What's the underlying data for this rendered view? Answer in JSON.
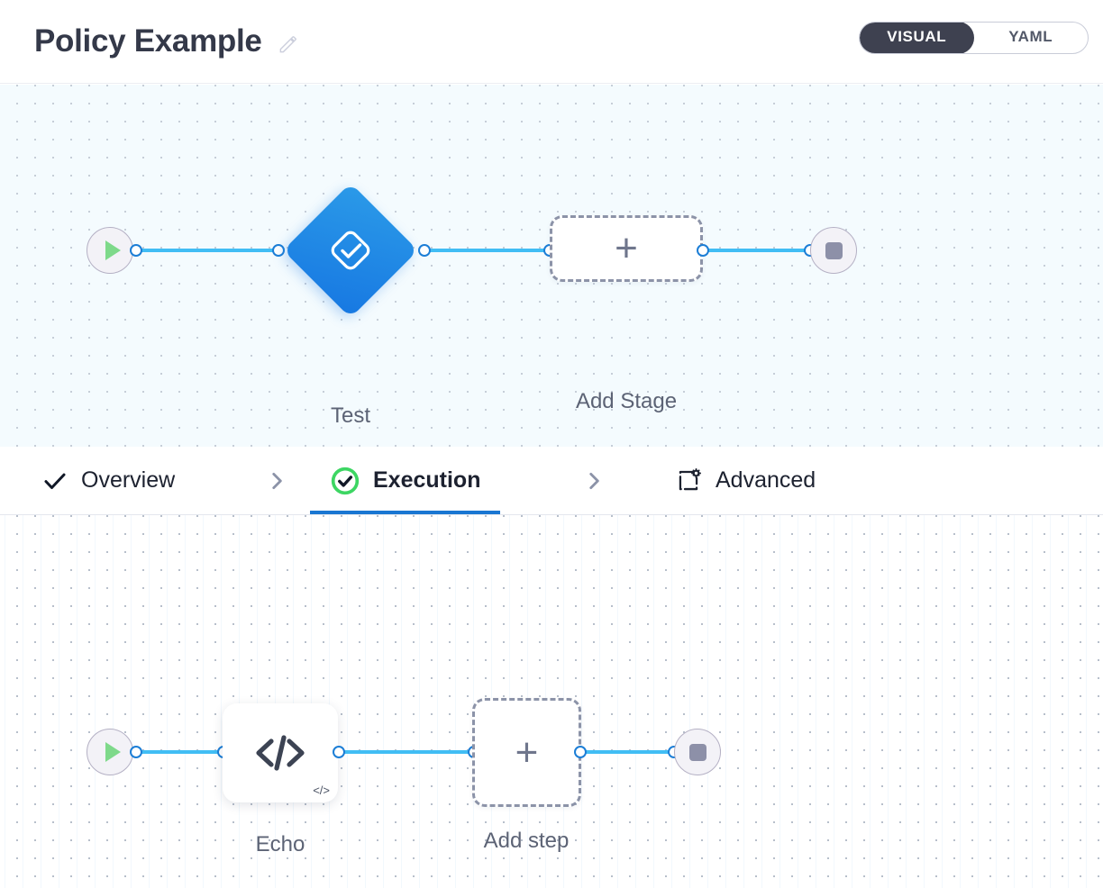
{
  "header": {
    "title": "Policy Example",
    "edit_icon": "pencil-icon",
    "view_toggle": {
      "options": [
        "VISUAL",
        "YAML"
      ],
      "visual_label": "VISUAL",
      "yaml_label": "YAML",
      "selected": "VISUAL",
      "active_bg": "#3e4150"
    }
  },
  "stage_canvas": {
    "background": "#f4fbfe",
    "start_node": {
      "icon": "play-icon",
      "color": "#7ed98a"
    },
    "end_node": {
      "icon": "stop-icon",
      "color": "#8d90a8"
    },
    "nodes": [
      {
        "label": "Test",
        "type": "stage",
        "shape": "diamond",
        "icon": "check-square-icon",
        "color": "#1778e2"
      },
      {
        "label": "Add Stage",
        "type": "add",
        "shape": "dashed-rect",
        "icon": "plus-icon"
      }
    ],
    "connector_color": "#41bdf4",
    "port_color": "#1c7ed6"
  },
  "tabs": {
    "separator": "chevron-right-icon",
    "items": [
      {
        "label": "Overview",
        "icon": "check-icon",
        "active": false
      },
      {
        "label": "Execution",
        "icon": "check-circle-icon",
        "active": true
      },
      {
        "label": "Advanced",
        "icon": "box-gear-icon",
        "active": false
      }
    ],
    "active_underline_color": "#1976d2",
    "active_check_color": "#3dd663"
  },
  "step_canvas": {
    "background": "#ffffff",
    "start_node": {
      "icon": "play-icon",
      "color": "#7ed98a"
    },
    "end_node": {
      "icon": "stop-icon",
      "color": "#8d90a8"
    },
    "nodes": [
      {
        "label": "Echo",
        "type": "step",
        "shape": "rounded-card",
        "icon": "code-icon",
        "badge": "</>"
      },
      {
        "label": "Add step",
        "type": "add",
        "shape": "dashed-square",
        "icon": "plus-icon"
      }
    ],
    "connector_color": "#41bdf4",
    "port_color": "#1c7ed6"
  }
}
